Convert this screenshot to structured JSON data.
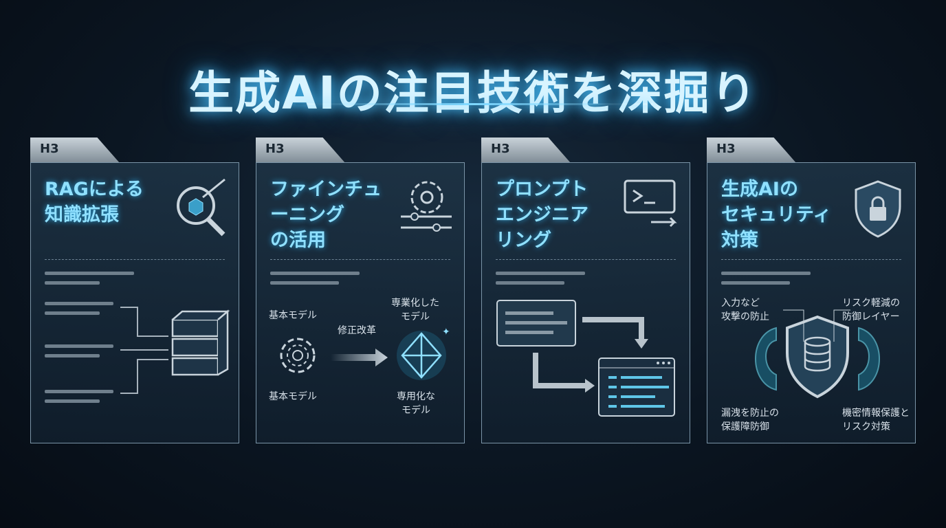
{
  "title": "生成AIの注目技術を深掘り",
  "cards": [
    {
      "tag": "H3",
      "title_lines": [
        "RAGによる",
        "知識拡張"
      ],
      "icon": "magnifier-cube-icon"
    },
    {
      "tag": "H3",
      "title_lines": [
        "ファインチュ",
        "ーニング",
        "の活用"
      ],
      "icon": "gear-sliders-icon",
      "labels": {
        "base_top": "基本モデル",
        "base_bottom": "基本モデル",
        "arrow": "修正改革",
        "special_top": "専業化した\nモデル",
        "special_bottom": "専用化な\nモデル"
      }
    },
    {
      "tag": "H3",
      "title_lines": [
        "プロンプト",
        "エンジニア",
        "リング"
      ],
      "icon": "terminal-icon"
    },
    {
      "tag": "H3",
      "title_lines": [
        "生成AIの",
        "セキュリティ",
        "対策"
      ],
      "icon": "shield-lock-icon",
      "labels": {
        "top_left": "入力など\n攻撃の防止",
        "top_right": "リスク軽減の\n防御レイヤー",
        "bottom_left": "漏洩を防止の\n保護障防御",
        "bottom_right": "機密情報保護と\nリスク対策"
      }
    }
  ],
  "colors": {
    "accent": "#8fe0ff",
    "card_border": "#7b95a8",
    "background": "#0b1622"
  }
}
